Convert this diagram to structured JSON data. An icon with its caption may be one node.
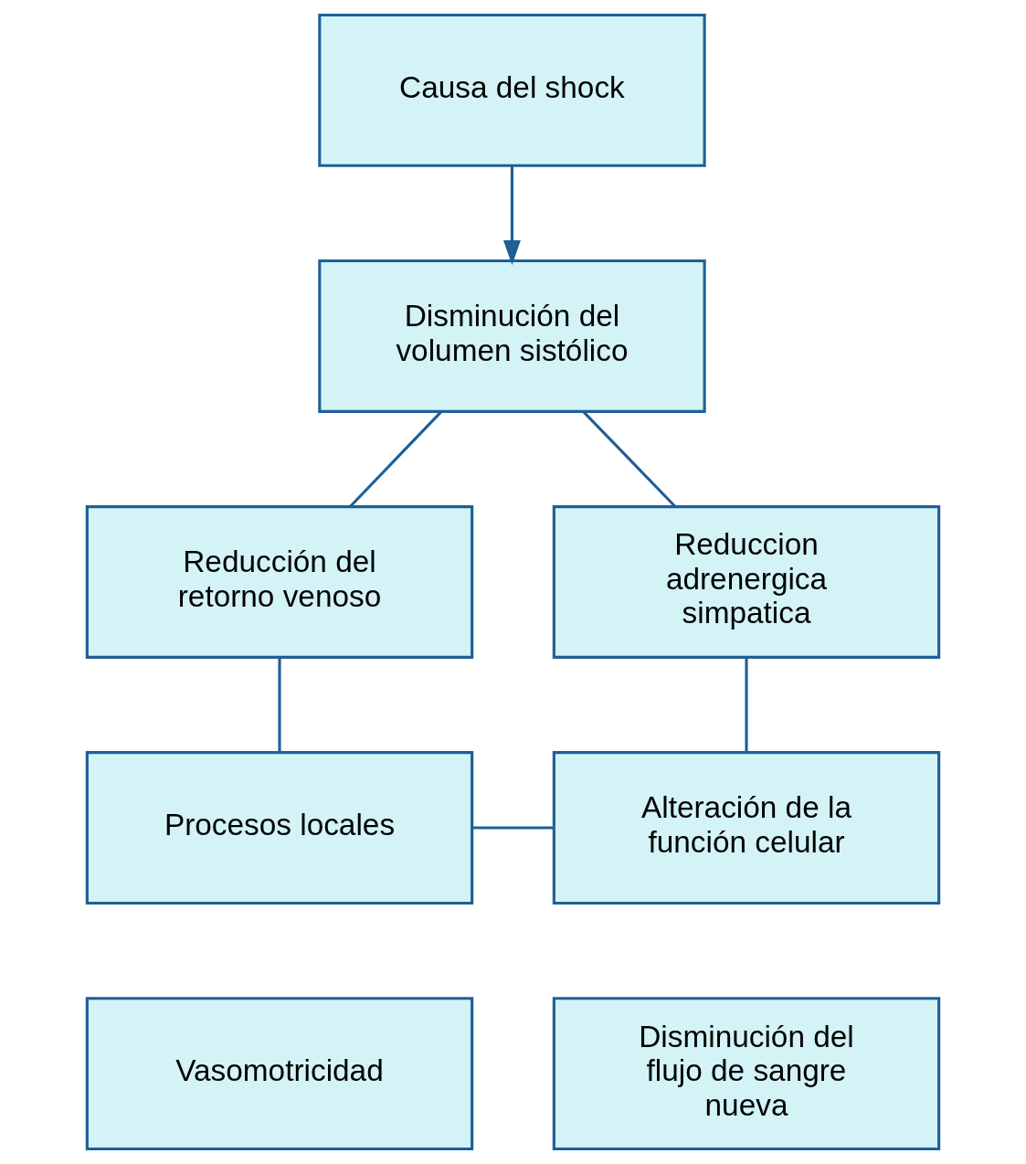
{
  "diagram": {
    "nodes": [
      {
        "text": [
          "Causa del shock"
        ]
      },
      {
        "text": [
          "Disminución del volumen sistólico"
        ]
      },
      {
        "text": [
          "Reducción del retorno venoso"
        ]
      },
      {
        "text": [
          "Reduccion adrenergica simpatica"
        ]
      },
      {
        "text": [
          "Procesos locales"
        ]
      },
      {
        "text": [
          "Alteración de la función celular"
        ]
      },
      {
        "text": [
          "Vasomotricidad"
        ]
      },
      {
        "text": [
          "Disminución del flujo de sangre nueva"
        ]
      }
    ],
    "edges": [
      {
        "from": 0,
        "to": 1,
        "arrow": "to"
      },
      {
        "from": 1,
        "to": 2,
        "arrow": "none"
      },
      {
        "from": 1,
        "to": 3,
        "arrow": "none"
      },
      {
        "from": 2,
        "to": 4,
        "arrow": "none"
      },
      {
        "from": 3,
        "to": 5,
        "arrow": "none"
      },
      {
        "from": 4,
        "to": 5,
        "arrow": "none"
      }
    ]
  }
}
